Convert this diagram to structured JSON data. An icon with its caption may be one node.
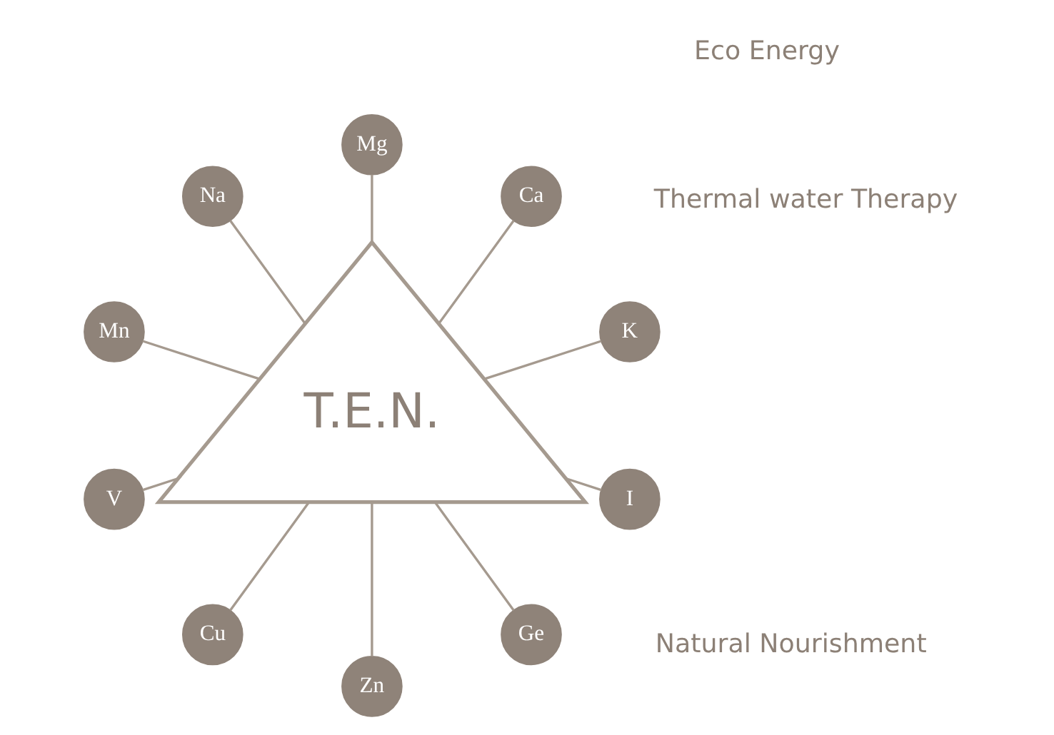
{
  "diagram": {
    "nodes": [
      {
        "text": [
          "T.E.N."
        ]
      },
      {
        "text": [
          "K"
        ]
      },
      {
        "text": [
          "Ca"
        ]
      },
      {
        "text": [
          "Mg"
        ]
      },
      {
        "text": [
          "Na"
        ]
      },
      {
        "text": [
          "Mn"
        ]
      },
      {
        "text": [
          "V"
        ]
      },
      {
        "text": [
          "Cu"
        ]
      },
      {
        "text": [
          "Zn"
        ]
      },
      {
        "text": [
          "Ge"
        ]
      },
      {
        "text": [
          "I"
        ]
      }
    ],
    "edges": [
      {
        "from": 1,
        "to": 0,
        "arrow": "none"
      },
      {
        "from": 2,
        "to": 0,
        "arrow": "none"
      },
      {
        "from": 3,
        "to": 0,
        "arrow": "none"
      },
      {
        "from": 4,
        "to": 0,
        "arrow": "none"
      },
      {
        "from": 5,
        "to": 0,
        "arrow": "none"
      },
      {
        "from": 6,
        "to": 0,
        "arrow": "none"
      },
      {
        "from": 7,
        "to": 0,
        "arrow": "none"
      },
      {
        "from": 8,
        "to": 0,
        "arrow": "none"
      },
      {
        "from": 9,
        "to": 0,
        "arrow": "none"
      },
      {
        "from": 10,
        "to": 0,
        "arrow": "none"
      }
    ],
    "labels": [
      "Eco Energy",
      "Thermal water Therapy",
      "Natural Nourishment"
    ]
  }
}
